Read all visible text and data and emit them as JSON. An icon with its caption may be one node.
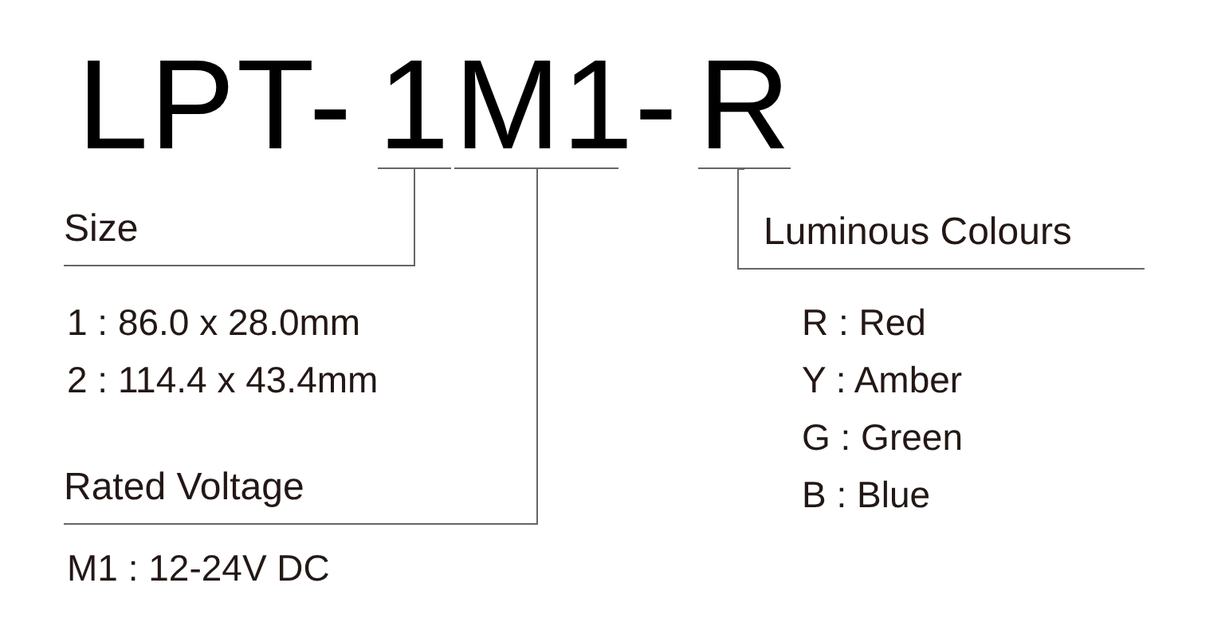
{
  "diagram": {
    "nodes": [
      {
        "text": [
          "1"
        ]
      },
      {
        "text": [
          "M1"
        ]
      },
      {
        "text": [
          "R"
        ]
      },
      {
        "text": [
          "Size"
        ],
        "beside": [
          "1 : 86.0 x 28.0mm",
          "2 : 114.4 x 43.4mm"
        ]
      },
      {
        "text": [
          "Luminous Colours"
        ],
        "beside": [
          "R : Red",
          "Y : Amber",
          "G : Green",
          "B : Blue"
        ]
      },
      {
        "text": [
          "Rated Voltage"
        ],
        "beside": [
          "M1 : 12-24V DC"
        ]
      }
    ],
    "edges": [
      {
        "from": 3,
        "to": 0,
        "arrow": "none"
      },
      {
        "from": 4,
        "to": 2,
        "arrow": "none"
      },
      {
        "from": 5,
        "to": 1,
        "arrow": "none"
      }
    ],
    "labels": [
      "LPT-",
      "-"
    ]
  }
}
